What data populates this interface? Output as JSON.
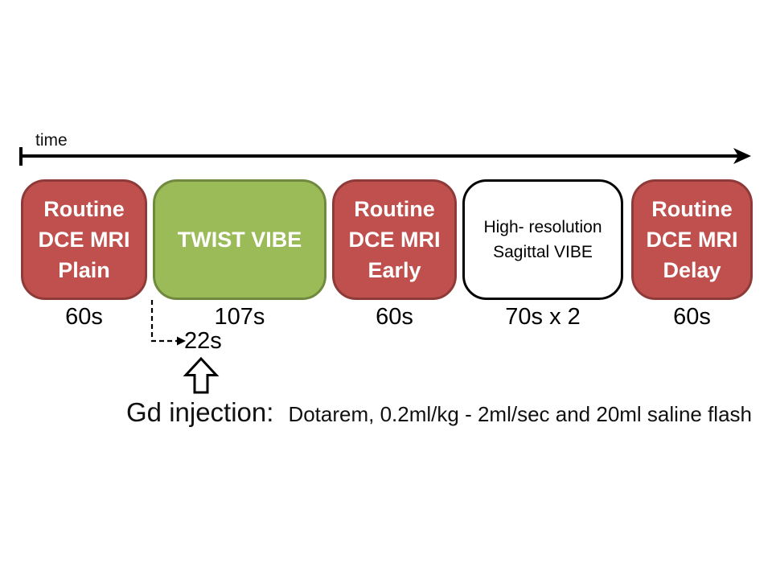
{
  "timeline": {
    "label": "time"
  },
  "boxes": [
    {
      "id": "routine-dce-mri-plain",
      "lines": [
        "Routine",
        "DCE MRI",
        "Plain"
      ],
      "duration": "60s",
      "style": "red"
    },
    {
      "id": "twist-vibe",
      "lines": [
        "TWIST VIBE"
      ],
      "duration": "107s",
      "style": "green"
    },
    {
      "id": "routine-dce-mri-early",
      "lines": [
        "Routine",
        "DCE MRI",
        "Early"
      ],
      "duration": "60s",
      "style": "red"
    },
    {
      "id": "high-resolution-sagittal-vibe",
      "lines": [
        "High- resolution",
        "Sagittal  VIBE"
      ],
      "duration": "70s x 2",
      "style": "white"
    },
    {
      "id": "routine-dce-mri-delay",
      "lines": [
        "Routine",
        "DCE MRI",
        "Delay"
      ],
      "duration": "60s",
      "style": "red"
    }
  ],
  "injection": {
    "delay": "22s",
    "label": "Gd injection:",
    "details": "Dotarem, 0.2ml/kg - 2ml/sec and 20ml saline flash"
  },
  "colors": {
    "red_fill": "#c0504d",
    "red_border": "#8e3a38",
    "green_fill": "#9bbb59",
    "green_border": "#71893f",
    "box_text_light": "#ffffff",
    "line_color": "#000000"
  }
}
